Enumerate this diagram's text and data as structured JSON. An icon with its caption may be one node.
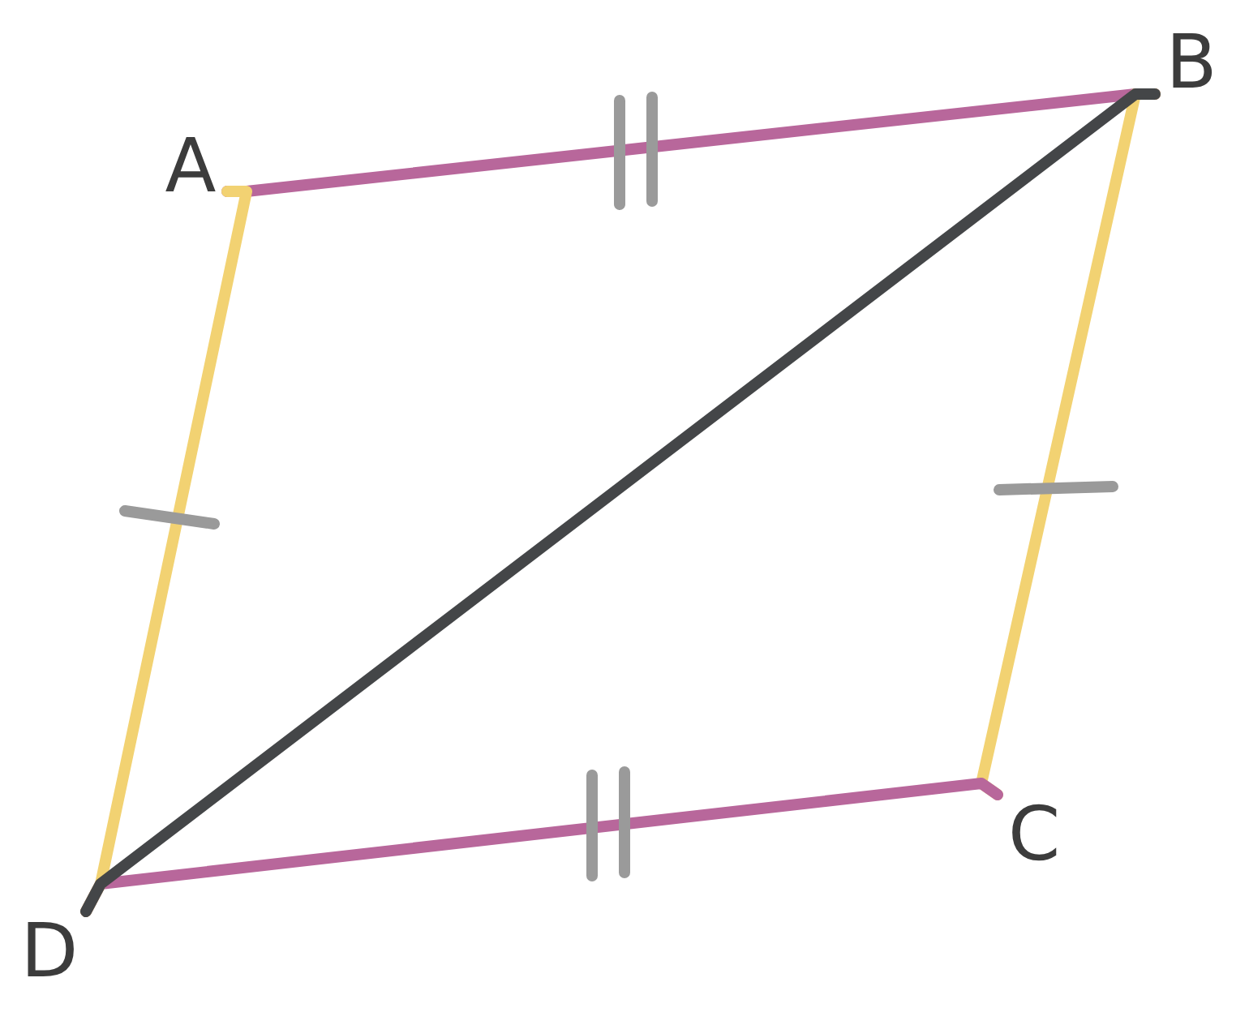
{
  "diagram": {
    "nodes": [
      {
        "text": [
          "A"
        ]
      },
      {
        "text": [
          "B"
        ]
      },
      {
        "text": [
          "C"
        ]
      },
      {
        "text": [
          "D"
        ]
      }
    ],
    "edges": [
      {
        "from": 0,
        "to": 1,
        "arrow": "none",
        "color": "#b8679b"
      },
      {
        "from": 1,
        "to": 2,
        "arrow": "none",
        "color": "#f2d272"
      },
      {
        "from": 2,
        "to": 3,
        "arrow": "none",
        "color": "#b8679b"
      },
      {
        "from": 3,
        "to": 0,
        "arrow": "none",
        "color": "#f2d272"
      },
      {
        "from": 1,
        "to": 3,
        "arrow": "none",
        "color": "#444648"
      }
    ]
  }
}
